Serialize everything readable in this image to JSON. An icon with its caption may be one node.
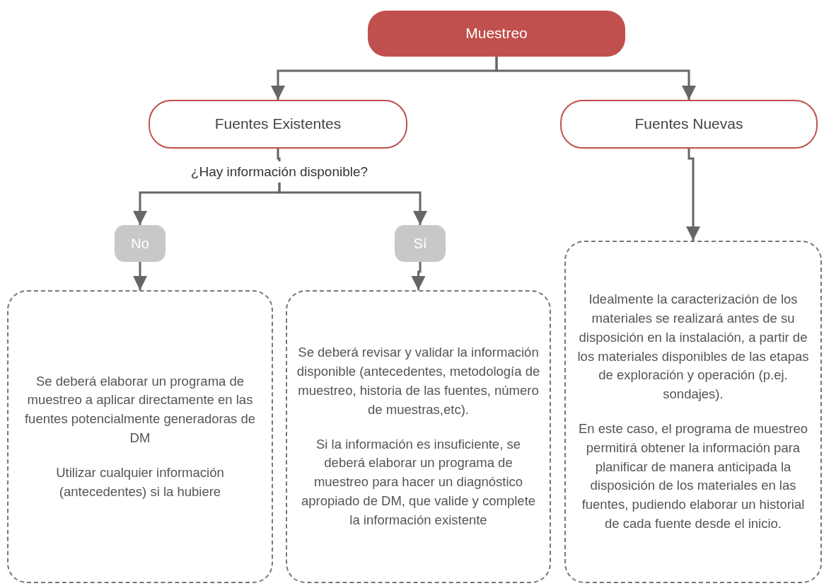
{
  "diagram": {
    "nodes": [
      {
        "text": [
          "Muestreo"
        ]
      },
      {
        "text": [
          "Fuentes Existentes"
        ]
      },
      {
        "text": [
          "Fuentes Nuevas"
        ]
      },
      {
        "text": [
          "¿Hay información disponible?"
        ]
      },
      {
        "text": [
          "No"
        ]
      },
      {
        "text": [
          "Sí"
        ]
      },
      {
        "text": [
          "Se deberá elaborar un programa de muestreo a aplicar directamente en las fuentes potencialmente generadoras de DM",
          "Utilizar cualquier información (antecedentes) si la hubiere"
        ]
      },
      {
        "text": [
          "Se deberá revisar y validar la información disponible (antecedentes, metodología de muestreo, historia de las fuentes, número de muestras,etc).",
          "Si la información es insuficiente, se deberá elaborar un programa de muestreo para hacer un diagnóstico apropiado de DM, que valide y complete la información existente"
        ]
      },
      {
        "text": [
          "Idealmente la caracterización de los materiales se realizará antes de su disposición en la instalación, a partir de los materiales disponibles de las etapas de exploración y operación (p.ej. sondajes).",
          "En este caso, el programa de muestreo permitirá obtener la información para planificar de manera anticipada la disposición de los materiales en las fuentes, pudiendo elaborar un historial de cada fuente desde el inicio."
        ]
      }
    ],
    "edges": [
      {
        "from": 0,
        "to": 1,
        "arrow": "to"
      },
      {
        "from": 0,
        "to": 2,
        "arrow": "to"
      },
      {
        "from": 1,
        "to": 3,
        "arrow": "none"
      },
      {
        "from": 3,
        "to": 4,
        "arrow": "to"
      },
      {
        "from": 3,
        "to": 5,
        "arrow": "to"
      },
      {
        "from": 4,
        "to": 6,
        "arrow": "to"
      },
      {
        "from": 5,
        "to": 7,
        "arrow": "to"
      },
      {
        "from": 2,
        "to": 8,
        "arrow": "to"
      }
    ]
  }
}
